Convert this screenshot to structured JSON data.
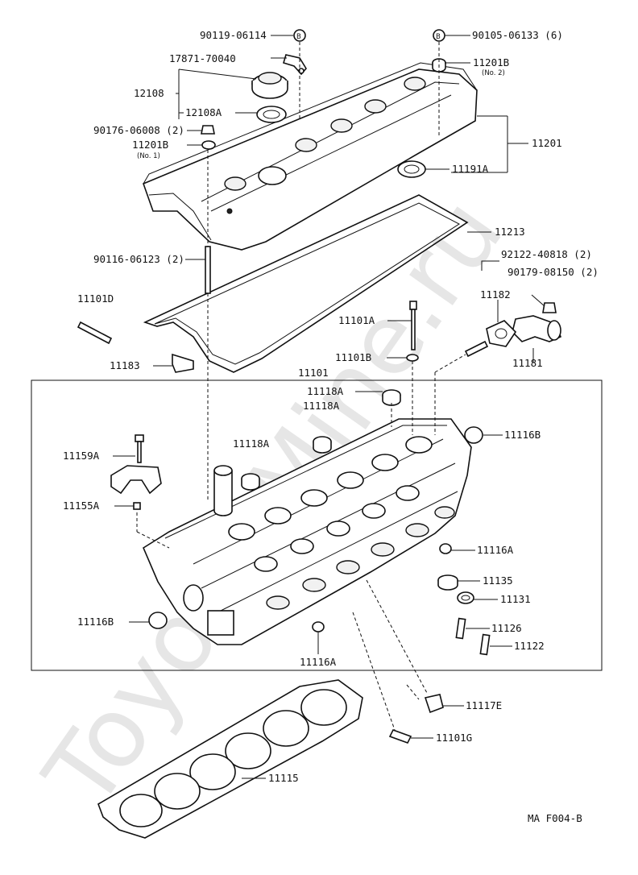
{
  "watermark": "Toyota-Mine.ru",
  "figure_code": "MA F004-B",
  "callout_letter": "B",
  "labels": {
    "p90119_06114": "90119-06114",
    "p90105_06133": "90105-06133 (6)",
    "p17871_70040": "17871-70040",
    "p11201B_no2": "11201B",
    "p11201B_no2_sub": "(No. 2)",
    "p12108": "12108",
    "p12108A": "12108A",
    "p90176_06008": "90176-06008 (2)",
    "p11201B_no1": "11201B",
    "p11201B_no1_sub": "(No. 1)",
    "p11201": "11201",
    "p11191A": "11191A",
    "p11213": "11213",
    "p90116_06123": "90116-06123 (2)",
    "p92122_40818": "92122-40818 (2)",
    "p90179_08150": "90179-08150 (2)",
    "p11182": "11182",
    "p11101D": "11101D",
    "p11101A": "11101A",
    "p11181": "11181",
    "p11183": "11183",
    "p11101B": "11101B",
    "p11101": "11101",
    "p11118A_1": "11118A",
    "p11118A_2": "11118A",
    "p11116B_r": "11116B",
    "p11118A_3": "11118A",
    "p11159A": "11159A",
    "p11155A": "11155A",
    "p11116A_r": "11116A",
    "p11135": "11135",
    "p11131": "11131",
    "p11116B_l": "11116B",
    "p11126": "11126",
    "p11122": "11122",
    "p11116A_b": "11116A",
    "p11117E": "11117E",
    "p11101G": "11101G",
    "p11115": "11115"
  }
}
